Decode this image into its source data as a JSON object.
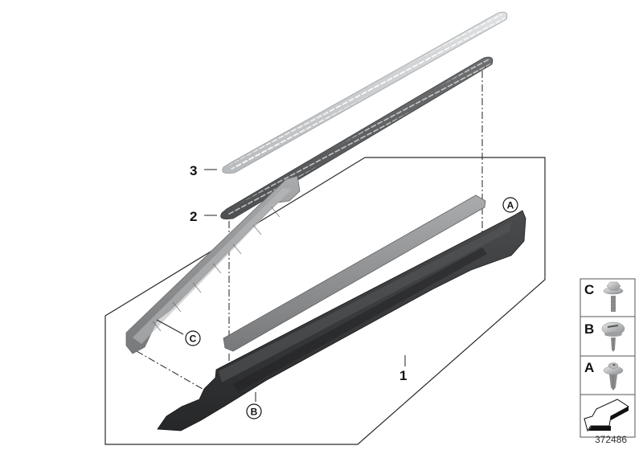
{
  "diagram": {
    "id_number": "372486",
    "colors": {
      "outline": "#2a2a2a",
      "trim_light": "#c9ccce",
      "trim_dark": "#5e6062",
      "bracket": "#8d8f91",
      "strip": "#7f8183",
      "sill_body": "#3a3b3d",
      "background": "#ffffff"
    },
    "callouts": [
      {
        "number": "1",
        "part": "side sill / running board assembly"
      },
      {
        "number": "2",
        "part": "dark tread strip"
      },
      {
        "number": "3",
        "part": "light tread strip"
      }
    ],
    "circled_markers": [
      {
        "letter": "A",
        "position": "rear end of sill"
      },
      {
        "letter": "B",
        "position": "front lower sill"
      },
      {
        "letter": "C",
        "position": "bracket left"
      }
    ],
    "legend": [
      {
        "letter": "C",
        "icon": "hex-flange-bolt-icon"
      },
      {
        "letter": "B",
        "icon": "slotted-expansion-rivet-icon"
      },
      {
        "letter": "A",
        "icon": "push-rivet-clip-icon"
      }
    ],
    "direction_icon": "forward-direction-arrow-icon"
  }
}
